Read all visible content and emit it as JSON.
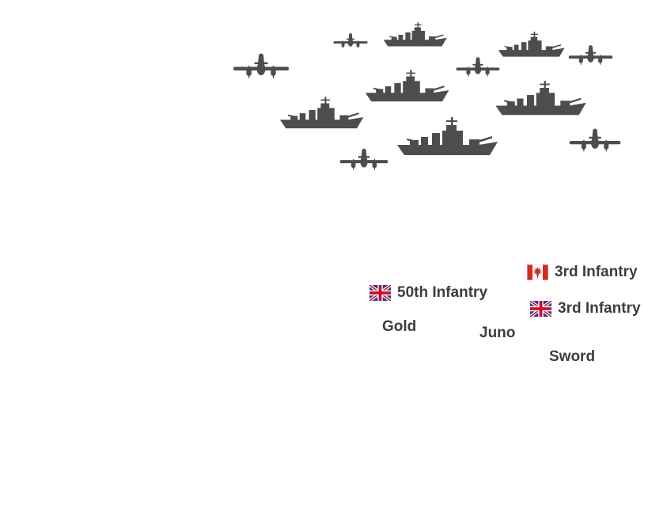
{
  "colors": {
    "silhouette": "#4d4d4d",
    "text": "#3d3d3d",
    "flag_red": "#d52b1e",
    "flag_blue": "#2b3990",
    "uk_red": "#c8102e"
  },
  "fleet": {
    "warship_icon": "warship-silhouette",
    "bomber_icon": "bomber-silhouette",
    "warship_count": 6,
    "bomber_count": 6
  },
  "units": {
    "gold": {
      "label": "50th Infantry",
      "flag_icon": "uk-flag-icon"
    },
    "juno": {
      "label": "3rd Infantry",
      "flag_icon": "canada-flag-icon"
    },
    "sword": {
      "label": "3rd Infantry",
      "flag_icon": "uk-flag-icon"
    }
  },
  "beaches": {
    "gold": "Gold",
    "juno": "Juno",
    "sword": "Sword"
  }
}
